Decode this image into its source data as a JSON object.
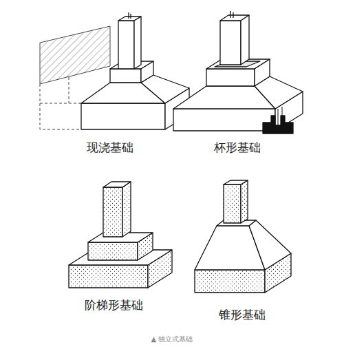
{
  "diagram": {
    "caption": "▲ 独立式基础",
    "labels": [
      "现浇基础",
      "杯形基础",
      "阶梯形基础",
      "锥形基础"
    ]
  }
}
